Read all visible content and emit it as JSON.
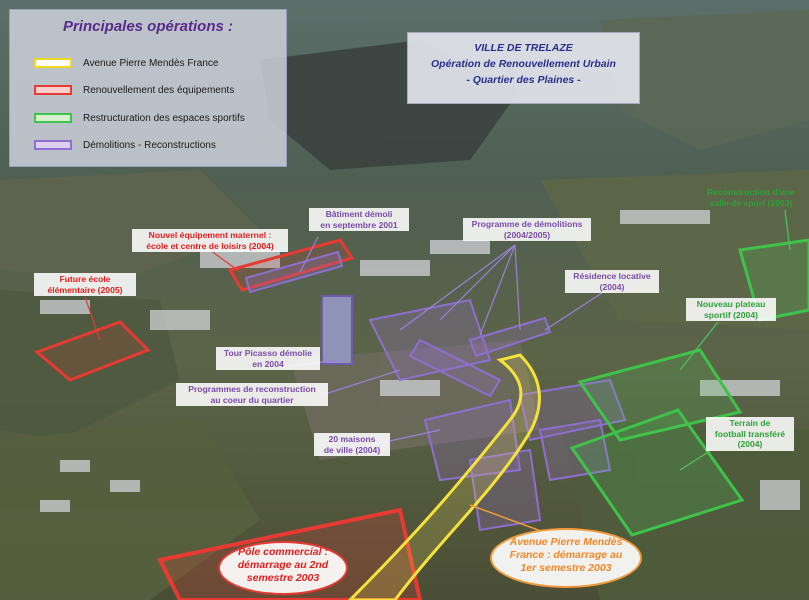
{
  "legend": {
    "title": "Principales opérations :",
    "items": [
      {
        "label": "Avenue Pierre Mendès France",
        "color": "#f0d820"
      },
      {
        "label": "Renouvellement des équipements",
        "color": "#e63a32"
      },
      {
        "label": "Restructuration des espaces sportifs",
        "color": "#3fc24a"
      },
      {
        "label": "Démolitions - Reconstructions",
        "color": "#8d6fd0"
      }
    ]
  },
  "title": {
    "line1": "VILLE DE TRELAZE",
    "line2": "Opération de Renouvellement Urbain",
    "line3": "- Quartier des Plaines -"
  },
  "labels": {
    "nouvel_equipement": [
      "Nouvel équipement maternel :",
      "école et centre de loisirs (2004)"
    ],
    "future_ecole": [
      "Future école",
      "élémentaire (2005)"
    ],
    "batiment_demoli": [
      "Bâtiment démoli",
      "en septembre 2001"
    ],
    "programme_demolitions": [
      "Programme de démolitions",
      "(2004/2005)"
    ],
    "residence_locative": [
      "Résidence locative",
      "(2004)"
    ],
    "tour_picasso": [
      "Tour Picasso démolie",
      "en 2004"
    ],
    "programmes_reconstruction": [
      "Programmes de reconstruction",
      "au coeur du quartier"
    ],
    "maisons": [
      "20 maisons",
      "de ville (2004)"
    ],
    "salle_sport": [
      "Reconstruction d'une",
      "salle de sport (2003)"
    ],
    "plateau": [
      "Nouveau plateau",
      "sportif (2004)"
    ],
    "football": [
      "Terrain de",
      "football transféré",
      "(2004)"
    ],
    "pole_commercial": [
      "Pôle commercial :",
      "démarrage au 2nd",
      "semestre 2003"
    ],
    "avenue": [
      "Avenue Pierre Mendès",
      "France : démarrage au",
      "1er semestre 2003"
    ]
  },
  "colors": {
    "red": "#e63a32",
    "green": "#3fc24a",
    "purple": "#8d6fd0",
    "yellow": "#f0d820",
    "orange": "#f29a3a",
    "title_blue": "#2a2f8a"
  }
}
